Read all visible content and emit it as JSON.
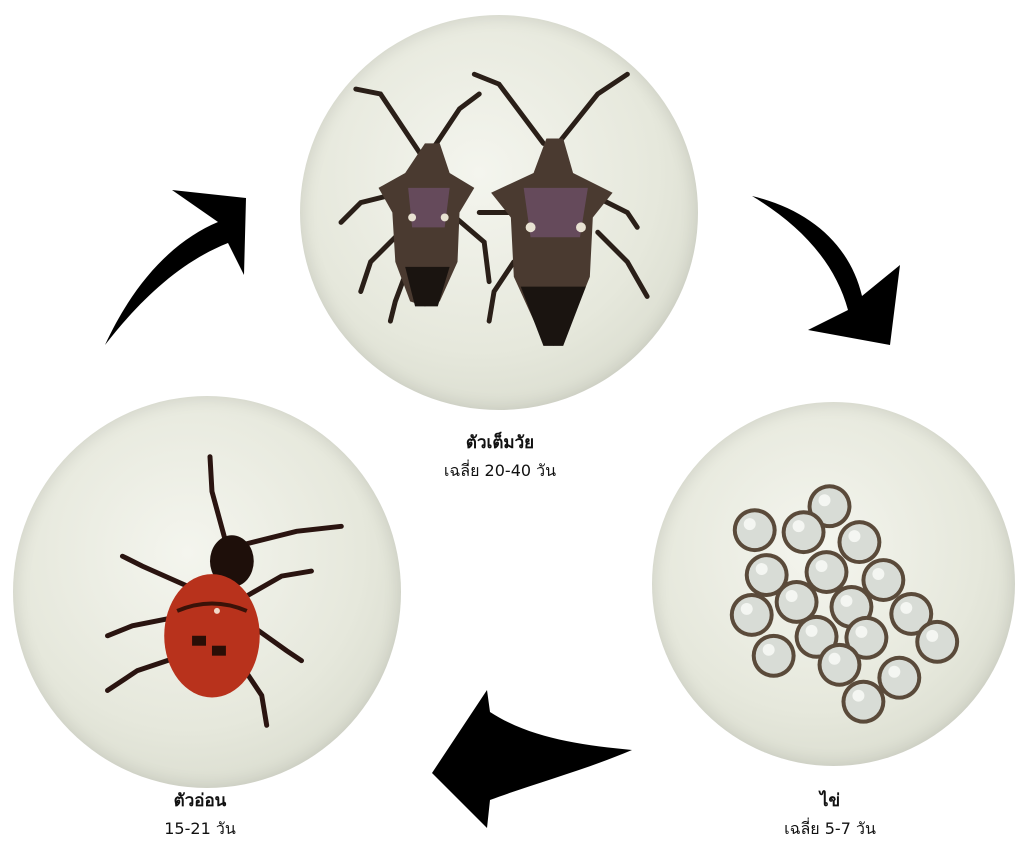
{
  "stages": {
    "adult": {
      "title": "ตัวเต็มวัย",
      "duration": "เฉลี่ย 20-40 วัน"
    },
    "eggs": {
      "title": "ไข่",
      "duration": "เฉลี่ย 5-7 วัน"
    },
    "nymph": {
      "title": "ตัวอ่อน",
      "duration": "15-21 วัน"
    }
  },
  "colors": {
    "arrow": "#000000",
    "bug_body": "#4a3a30",
    "nymph_body": "#b8321c",
    "egg": "#d8dcd6"
  },
  "icons": [
    "cycle-arrow-icon"
  ]
}
